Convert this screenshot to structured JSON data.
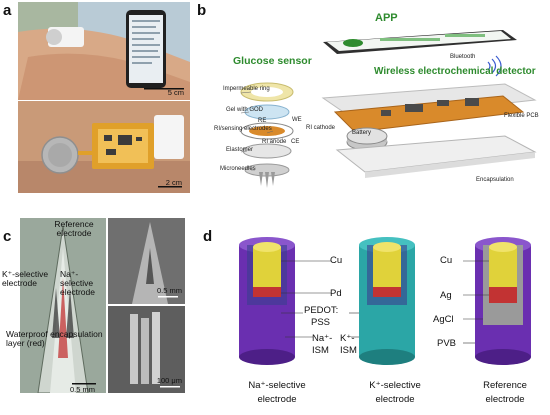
{
  "panel_letters": {
    "a": "a",
    "b": "b",
    "c": "c",
    "d": "d"
  },
  "panel_a": {
    "scale_top": "5 cm",
    "scale_bottom": "2 cm"
  },
  "panel_b": {
    "app": "APP",
    "glucose_sensor": "Glucose sensor",
    "bluetooth": "Bluetooth",
    "wireless_detector": "Wireless electrochemical detector",
    "layers": [
      "Impermeable ring",
      "Gel with GOD",
      "RI/sensing electrodes",
      "Elastomer",
      "Microneedles"
    ],
    "electrodes": {
      "re": "RE",
      "we": "WE",
      "ri_cathode": "RI cathode",
      "ri_anode": "RI anode",
      "ce": "CE"
    },
    "battery": "Battery",
    "flexible_pcb": "Flexible PCB",
    "encapsulation": "Encapsulation"
  },
  "panel_c": {
    "reference_electrode": "Reference electrode",
    "k_selective": "K⁺-selective electrode",
    "na_selective": "Na⁺-selective electrode",
    "waterproof": "Waterproof encapsulation layer (red)",
    "scale_main": "0.5 mm",
    "scale_sem1": "0.5 mm",
    "scale_sem2": "100 μm"
  },
  "panel_d": {
    "labels": {
      "cu1": "Cu",
      "pd": "Pd",
      "pedot": "PEDOT:",
      "pss": "PSS",
      "na_ism_1": "Na⁺-",
      "na_ism_2": "ISM",
      "k_ism_1": "K⁺-",
      "k_ism_2": "ISM",
      "cu2": "Cu",
      "ag": "Ag",
      "agcl": "AgCl",
      "pvb": "PVB"
    },
    "captions": [
      [
        "Na⁺-selective",
        "electrode"
      ],
      [
        "K⁺-selective",
        "electrode"
      ],
      [
        "Reference",
        "electrode"
      ]
    ]
  },
  "colors": {
    "accent_green": "#2e8b2e",
    "purple": "#6a2fb0",
    "teal": "#2ba6a6",
    "yellow": "#e0d23a",
    "red": "#c23333",
    "gray": "#9a9a9a",
    "pcb_orange": "#d98a2b"
  }
}
